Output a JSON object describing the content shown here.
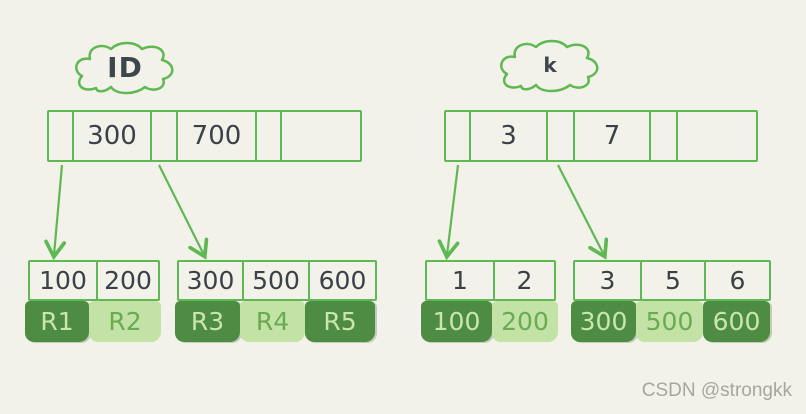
{
  "page": {
    "background_color": "#f2f1ea",
    "watermark": "CSDN @strongkk"
  },
  "colors": {
    "line_green": "#5eb952",
    "dark_block_fill": "#4f8c43",
    "light_block_fill": "#c3e2a6",
    "number_text": "#3a4247",
    "text_on_dark_block": "#c9e6ad",
    "text_on_light_block": "#69aa52",
    "watermark_gray": "#a9a59d"
  },
  "left_tree": {
    "label": "ID",
    "root_keys": [
      "300",
      "700"
    ],
    "leaves": [
      {
        "keys": [
          "100",
          "200"
        ],
        "records": [
          "R1",
          "R2"
        ]
      },
      {
        "keys": [
          "300",
          "500",
          "600"
        ],
        "records": [
          "R3",
          "R4",
          "R5"
        ]
      }
    ]
  },
  "right_tree": {
    "label": "k",
    "root_keys": [
      "3",
      "7"
    ],
    "leaves": [
      {
        "keys": [
          "1",
          "2"
        ],
        "records": [
          "100",
          "200"
        ]
      },
      {
        "keys": [
          "3",
          "5",
          "6"
        ],
        "records": [
          "300",
          "500",
          "600"
        ]
      }
    ]
  }
}
